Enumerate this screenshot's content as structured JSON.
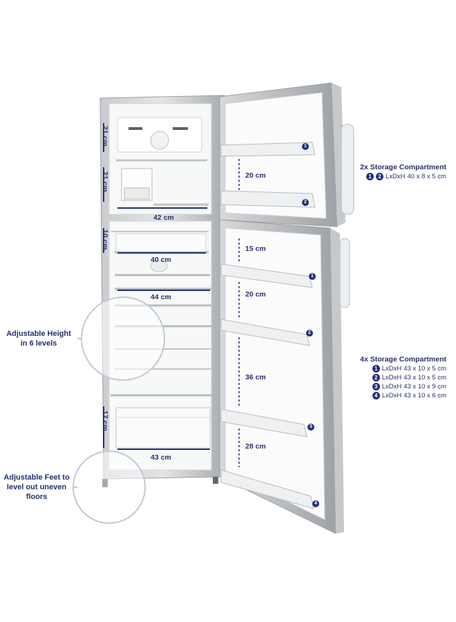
{
  "freezer": {
    "heights": [
      "21 cm",
      "21 cm"
    ],
    "width": "42 cm",
    "door": {
      "spacing": "20 cm",
      "markers": [
        "1",
        "2"
      ]
    }
  },
  "fridge": {
    "heights": [
      "10 cm",
      "17 cm"
    ],
    "shelf_widths": [
      "40 cm",
      "44 cm"
    ],
    "crisper_width": "43 cm",
    "door": {
      "spacings": [
        "15 cm",
        "20 cm",
        "36 cm",
        "28 cm"
      ],
      "markers": [
        "1",
        "2",
        "3",
        "4"
      ]
    }
  },
  "callouts": {
    "adjustable_height": "Adjustable Height in 6 levels",
    "adjustable_feet": "Adjustable Feet to level out uneven floors"
  },
  "freezer_spec": {
    "title": "2x Storage Compartment",
    "markers": [
      "1",
      "2"
    ],
    "code": "LxDxH",
    "dims": "40 x 8 x 5 cm"
  },
  "fridge_spec": {
    "title": "4x Storage Compartment",
    "rows": [
      {
        "num": "1",
        "code": "LxDxH",
        "dims": "43 x 10 x 5 cm"
      },
      {
        "num": "2",
        "code": "LxDxH",
        "dims": "43 x 10 x 5 cm"
      },
      {
        "num": "3",
        "code": "LxDxH",
        "dims": "43 x 10 x 9 cm"
      },
      {
        "num": "4",
        "code": "LxDxH",
        "dims": "43 x 10 x 6 cm"
      }
    ]
  },
  "colors": {
    "accent": "#24307a",
    "steel": "#b9bcc0",
    "interior": "#f6f7f7"
  }
}
